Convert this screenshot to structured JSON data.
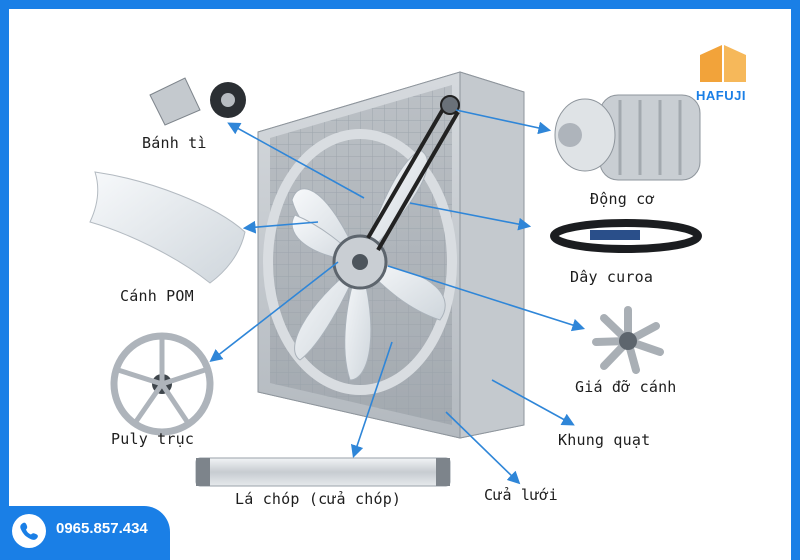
{
  "brand": {
    "logo_text": "HAFUJI"
  },
  "contact": {
    "phone": "0965.857.434"
  },
  "labels": {
    "banh_ti": "Bánh tì",
    "canh_pom": "Cánh POM",
    "puly_truc": "Puly trục",
    "la_chop": "Lá chóp (cửa chóp)",
    "dong_co": "Động cơ",
    "day_curoa": "Dây curoa",
    "gia_do_canh": "Giá đỡ cánh",
    "khung_quat": "Khung quạt",
    "cua_luoi": "Cửa lưới"
  },
  "colors": {
    "accent": "#1a7fe6",
    "arrow": "#2f86d8",
    "frame_metal": "#c9ced3",
    "blade": "#e9eef2"
  },
  "icons": [
    "phone-icon",
    "hafuji-logo-icon"
  ]
}
